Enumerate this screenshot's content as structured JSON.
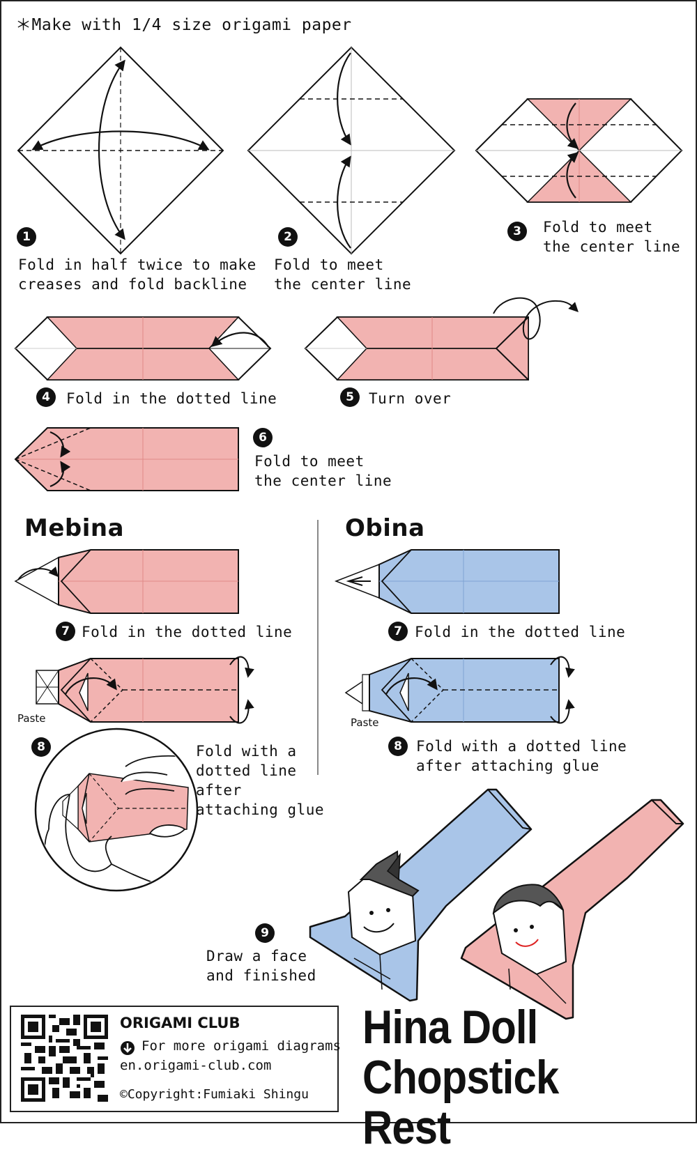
{
  "header": {
    "note": "＊Make with 1/4 size origami paper"
  },
  "steps": [
    {
      "num": "1",
      "text": "Fold in half twice to make\ncreases and fold backline"
    },
    {
      "num": "2",
      "text": "Fold to meet\nthe center line"
    },
    {
      "num": "3",
      "text": "Fold to meet\nthe center line"
    },
    {
      "num": "4",
      "text": "Fold in the dotted line"
    },
    {
      "num": "5",
      "text": "Turn over"
    },
    {
      "num": "6",
      "text": "Fold to meet\nthe center line"
    }
  ],
  "mebina": {
    "title": "Mebina",
    "step7": {
      "num": "7",
      "text": "Fold in the dotted line"
    },
    "step8": {
      "num": "8",
      "text": "Fold with a\ndotted line\nafter\nattaching glue"
    },
    "paste": "Paste"
  },
  "obina": {
    "title": "Obina",
    "step7": {
      "num": "7",
      "text": "Fold in the dotted line"
    },
    "step8": {
      "num": "8",
      "text": "Fold with a dotted line\nafter attaching glue"
    },
    "paste": "Paste"
  },
  "step9": {
    "num": "9",
    "text": "Draw a face\nand finished"
  },
  "footer": {
    "club": "ORIGAMI CLUB",
    "more": "For more origami diagrams",
    "url": "en.origami-club.com",
    "copyright": "©Copyright:Fumiaki Shingu"
  },
  "title": "Hina Doll\nChopstick Rest",
  "colors": {
    "pink": "#f2b3b1",
    "pink_line": "#e08a88",
    "blue": "#a9c5e8",
    "blue_line": "#7ea3d3",
    "outline": "#111111"
  },
  "icons": [
    "arrow-down-circle-icon",
    "qr-code-icon"
  ]
}
